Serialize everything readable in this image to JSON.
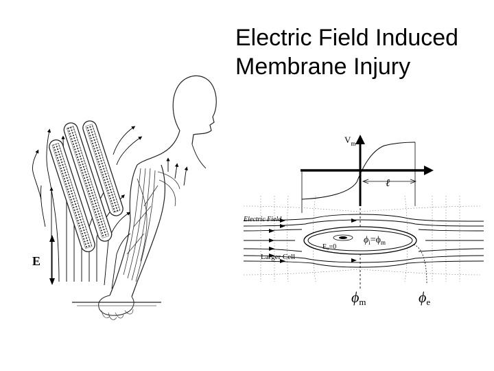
{
  "slide": {
    "title_line1": "Electric Field Induced",
    "title_line2": "Membrane Injury"
  },
  "left_figure": {
    "field_label": "E"
  },
  "right_figure": {
    "vm_label": "V",
    "vm_sub": "m",
    "length_label": "ℓ",
    "electric_field_label": "Electric Field",
    "larger_cell_label": "Larger Cell",
    "inside_eo": "E",
    "inside_eo_sub": "o",
    "inside_eo_rest": "=0",
    "inside_phi_i": "ϕ",
    "inside_phi_i_sub": "i",
    "inside_phi_eq": "=ϕ",
    "inside_phi_eq_sub": "m",
    "bottom_phi_m": "ϕ",
    "bottom_phi_m_sub": "m",
    "bottom_phi_e": "ϕ",
    "bottom_phi_e_sub": "e"
  }
}
